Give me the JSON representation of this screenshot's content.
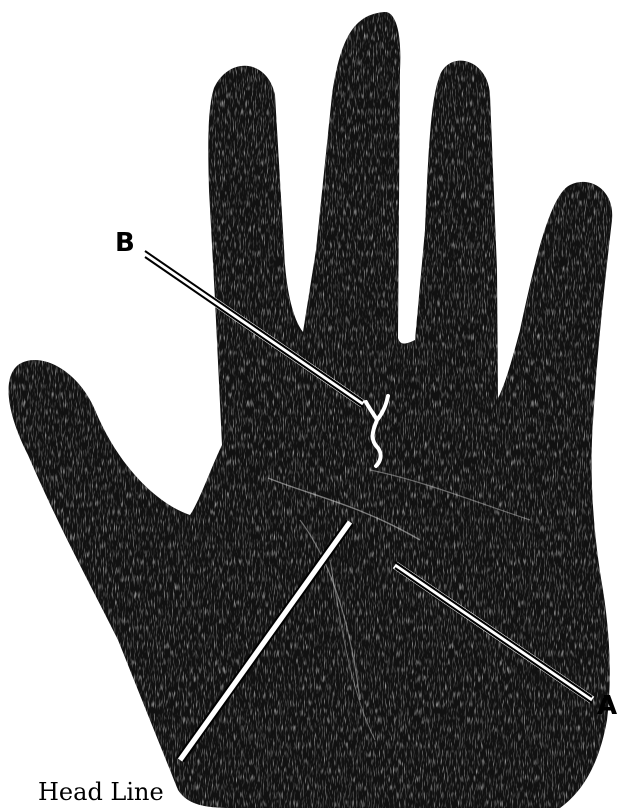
{
  "labels": {
    "a": "A",
    "b": "B",
    "head_line": "Head Line"
  },
  "colors": {
    "hand": "#111111",
    "texture": "#e8e8e8",
    "background": "#ffffff",
    "pointer": "#000000"
  }
}
